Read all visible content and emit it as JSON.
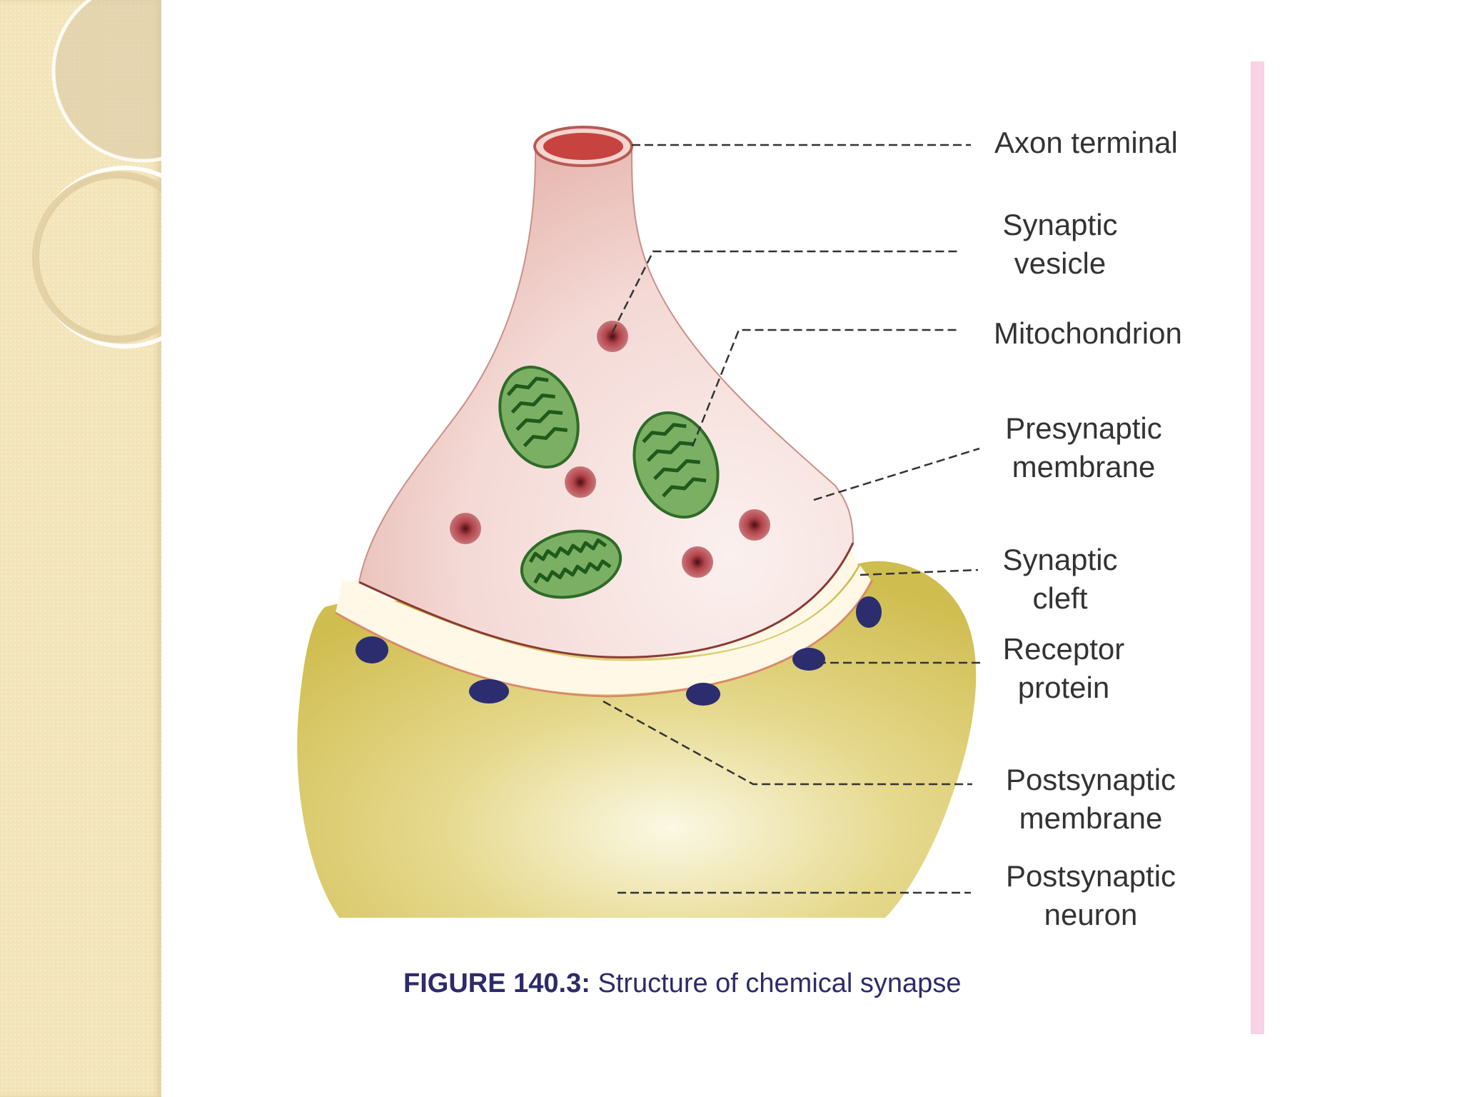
{
  "labels": {
    "axon_terminal": "Axon terminal",
    "synaptic_vesicle": [
      "Synaptic",
      "vesicle"
    ],
    "mitochondrion": "Mitochondrion",
    "presynaptic_membrane": [
      "Presynaptic",
      "membrane"
    ],
    "synaptic_cleft": [
      "Synaptic",
      "cleft"
    ],
    "receptor_protein": [
      "Receptor",
      "protein"
    ],
    "postsynaptic_membrane": [
      "Postsynaptic",
      "membrane"
    ],
    "postsynaptic_neuron": [
      "Postsynaptic",
      "neuron"
    ]
  },
  "caption": {
    "figure_number": "FIGURE 140.3:",
    "text": "Structure of chemical synapse"
  },
  "colors": {
    "presynaptic_fill": "#f2d0cb",
    "postsynaptic_fill": "#d6c55e",
    "cleft": "#fff8e6",
    "vesicle": "#9a2c33",
    "mitochondrion": "#7bb064",
    "receptor": "#2b2d6e",
    "accent_bar": "#f6d3e6",
    "side_panel": "#f3e4b9"
  }
}
